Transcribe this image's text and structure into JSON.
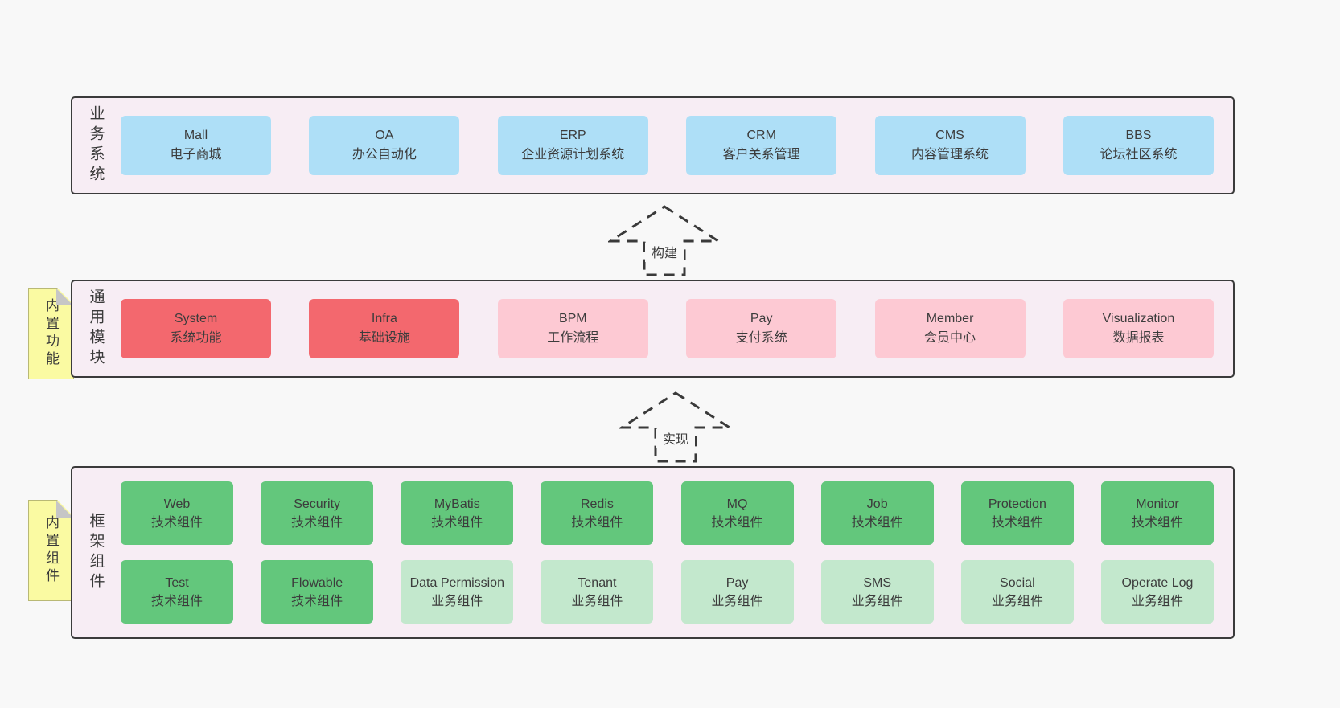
{
  "page": {
    "background": "#f8f8f8"
  },
  "colors": {
    "band_background": "#f7edf4",
    "band_border": "#3b3b3b",
    "blue_box": "#aedff7",
    "red_box": "#f3686e",
    "pink_box": "#fdc9d3",
    "green_box": "#63c77c",
    "light_green_box": "#c3e8cd",
    "sticky_note": "#fafaa2",
    "text": "#3c3c3c"
  },
  "arrows": [
    {
      "label": "构建"
    },
    {
      "label": "实现"
    }
  ],
  "bands": [
    {
      "label": "业务系统",
      "boxes": [
        {
          "title": "Mall",
          "subtitle": "电子商城"
        },
        {
          "title": "OA",
          "subtitle": "办公自动化"
        },
        {
          "title": "ERP",
          "subtitle": "企业资源计划系统"
        },
        {
          "title": "CRM",
          "subtitle": "客户关系管理"
        },
        {
          "title": "CMS",
          "subtitle": "内容管理系统"
        },
        {
          "title": "BBS",
          "subtitle": "论坛社区系统"
        }
      ]
    },
    {
      "label": "通用模块",
      "sticky": "内置功能",
      "boxes": [
        {
          "title": "System",
          "subtitle": "系统功能"
        },
        {
          "title": "Infra",
          "subtitle": "基础设施"
        },
        {
          "title": "BPM",
          "subtitle": "工作流程"
        },
        {
          "title": "Pay",
          "subtitle": "支付系统"
        },
        {
          "title": "Member",
          "subtitle": "会员中心"
        },
        {
          "title": "Visualization",
          "subtitle": "数据报表"
        }
      ]
    },
    {
      "label": "框架组件",
      "sticky": "内置组件",
      "rows": [
        [
          {
            "title": "Web",
            "subtitle": "技术组件"
          },
          {
            "title": "Security",
            "subtitle": "技术组件"
          },
          {
            "title": "MyBatis",
            "subtitle": "技术组件"
          },
          {
            "title": "Redis",
            "subtitle": "技术组件"
          },
          {
            "title": "MQ",
            "subtitle": "技术组件"
          },
          {
            "title": "Job",
            "subtitle": "技术组件"
          },
          {
            "title": "Protection",
            "subtitle": "技术组件"
          },
          {
            "title": "Monitor",
            "subtitle": "技术组件"
          }
        ],
        [
          {
            "title": "Test",
            "subtitle": "技术组件"
          },
          {
            "title": "Flowable",
            "subtitle": "技术组件"
          },
          {
            "title": "Data Permission",
            "subtitle": "业务组件"
          },
          {
            "title": "Tenant",
            "subtitle": "业务组件"
          },
          {
            "title": "Pay",
            "subtitle": "业务组件"
          },
          {
            "title": "SMS",
            "subtitle": "业务组件"
          },
          {
            "title": "Social",
            "subtitle": "业务组件"
          },
          {
            "title": "Operate Log",
            "subtitle": "业务组件"
          }
        ]
      ]
    }
  ]
}
